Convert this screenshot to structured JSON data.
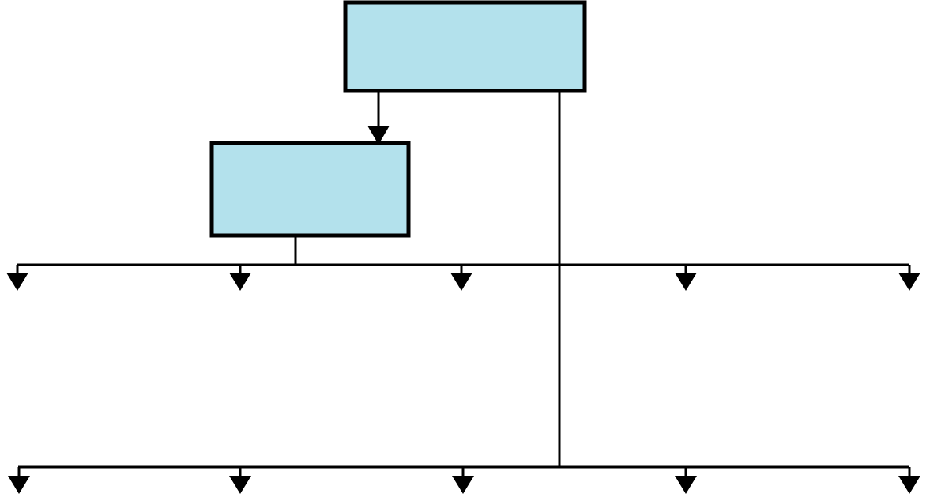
{
  "colors": {
    "box_fill": "#b3e1ec",
    "line": "#000000",
    "background": "#ffffff"
  },
  "nodes": [
    {
      "id": "top-box",
      "label": ""
    },
    {
      "id": "middle-box",
      "label": ""
    }
  ],
  "rows": [
    {
      "id": "upper-row",
      "target_count": 5
    },
    {
      "id": "lower-row",
      "target_count": 5
    }
  ]
}
